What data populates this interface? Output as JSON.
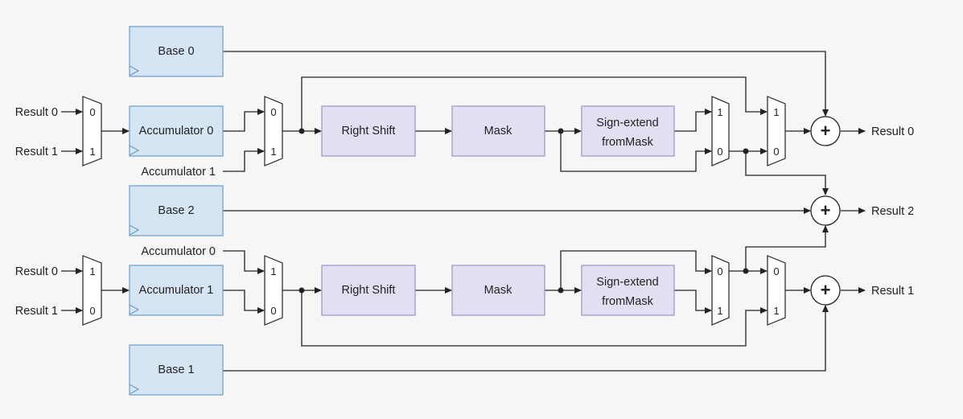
{
  "blocks": {
    "base0": "Base 0",
    "base1": "Base 1",
    "base2": "Base 2",
    "accumulator0": "Accumulator 0",
    "accumulator1": "Accumulator 1",
    "right_shift": "Right Shift",
    "mask": "Mask",
    "sign_extend_line1": "Sign-extend",
    "sign_extend_line2": "fromMask"
  },
  "inputs": {
    "result0": "Result 0",
    "result1": "Result 1",
    "accumulator0": "Accumulator 0",
    "accumulator1": "Accumulator 1"
  },
  "outputs": {
    "result0": "Result 0",
    "result1": "Result 1",
    "result2": "Result 2"
  },
  "mux_labels": {
    "zero": "0",
    "one": "1"
  },
  "adder_symbol": "+"
}
